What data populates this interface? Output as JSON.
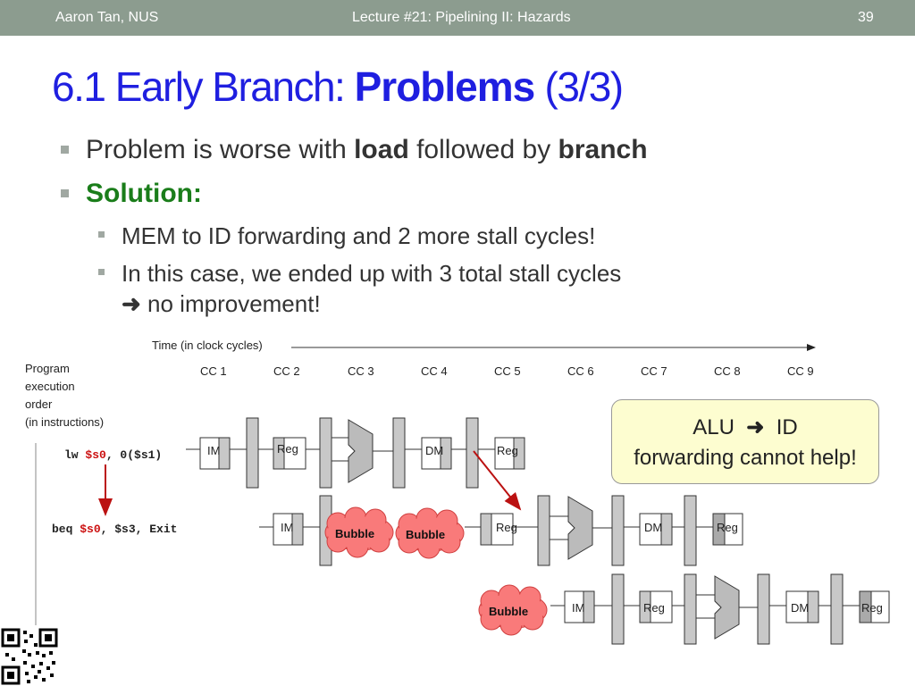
{
  "header": {
    "author": "Aaron Tan, NUS",
    "lecture": "Lecture #21: Pipelining II: Hazards",
    "page": "39"
  },
  "title": {
    "prefix": "6.1 Early Branch: ",
    "bold": "Problems",
    "suffix": " (3/3)"
  },
  "bullets": {
    "b1_pre": "Problem is worse with ",
    "b1_load": "load",
    "b1_mid": " followed by ",
    "b1_branch": "branch",
    "b2": "Solution:",
    "b3": "MEM to ID forwarding and 2 more stall cycles!",
    "b4": "In this case, we ended up with 3 total stall cycles",
    "b4_cont": "no improvement!"
  },
  "diagram": {
    "time_label": "Time (in clock cycles)",
    "order_lines": [
      "Program",
      "execution",
      "order",
      "(in instructions)"
    ],
    "cycles": [
      "CC 1",
      "CC 2",
      "CC 3",
      "CC 4",
      "CC 5",
      "CC 6",
      "CC 7",
      "CC 8",
      "CC 9"
    ],
    "instr1": {
      "op": "lw ",
      "reg": "$s0",
      "rest": ", 0($s1)"
    },
    "instr2": {
      "op": "beq ",
      "reg": "$s0",
      "rest": ", $s3, Exit"
    },
    "stage_labels": {
      "im": "IM",
      "reg": "Reg",
      "dm": "DM"
    },
    "bubble_label": "Bubble"
  },
  "callout": {
    "line1_a": "ALU",
    "line1_b": "ID",
    "line2": "forwarding cannot help!"
  },
  "colors": {
    "header_bg": "#8c9c8f",
    "title": "#1f1fe0",
    "solution": "#1a7d1a",
    "highlight_reg": "#cc1111",
    "bubble_fill": "#f97a7a",
    "callout_bg": "#fdfdd0"
  }
}
